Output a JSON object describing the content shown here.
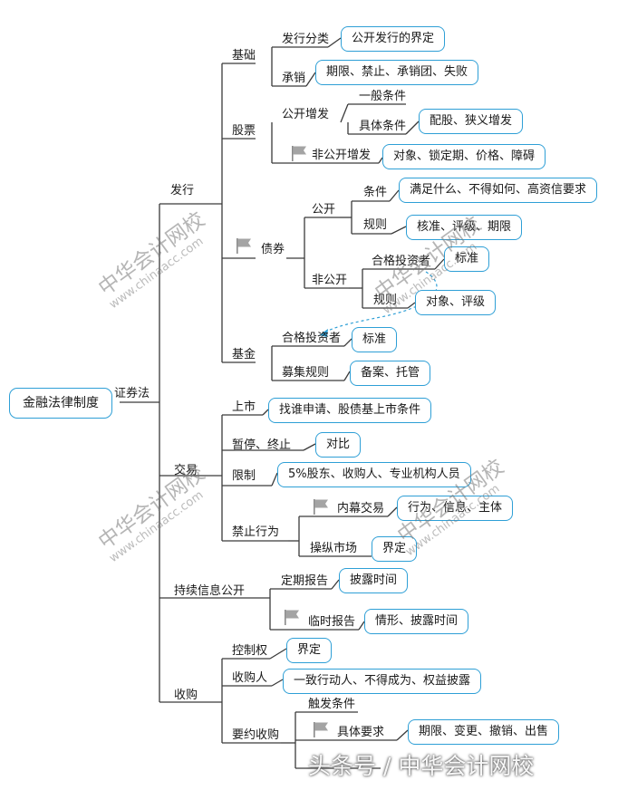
{
  "root": "金融法律制度",
  "branch": "证券法",
  "sections": {
    "issue": {
      "label": "发行",
      "basic": {
        "label": "基础",
        "type": "发行分类",
        "type_def": "公开发行的界定",
        "underwrite": "承销",
        "underwrite_items": "期限、禁止、承销团、失败"
      },
      "stock": {
        "label": "股票",
        "public_add": "公开增发",
        "general": "一般条件",
        "specific": "具体条件",
        "specific_items": "配股、狭义增发",
        "private_add": "非公开增发",
        "private_items": "对象、锁定期、价格、障碍"
      },
      "bond": {
        "label": "债券",
        "public": "公开",
        "conditions": "条件",
        "conditions_items": "满足什么、不得如何、高资信要求",
        "rules": "规则",
        "rules_items": "核准、评级、期限",
        "nonpublic": "非公开",
        "qualified": "合格投资者",
        "standard": "标准",
        "np_rules": "规则",
        "np_rules_items": "对象、评级"
      },
      "fund": {
        "label": "基金",
        "qualified": "合格投资者",
        "standard": "标准",
        "raise": "募集规则",
        "raise_items": "备案、托管"
      }
    },
    "trade": {
      "label": "交易",
      "listing": "上市",
      "listing_items": "找谁申请、股债基上市条件",
      "suspend": "暂停、终止",
      "suspend_items": "对比",
      "restrict": "限制",
      "restrict_items": "5%股东、收购人、专业机构人员",
      "prohibit": "禁止行为",
      "insider": "内幕交易",
      "insider_items": "行为、信息、主体",
      "manipulate": "操纵市场",
      "manipulate_items": "界定"
    },
    "disclosure": {
      "label": "持续信息公开",
      "periodic": "定期报告",
      "periodic_items": "披露时间",
      "interim": "临时报告",
      "interim_items": "情形、披露时间"
    },
    "acquisition": {
      "label": "收购",
      "control": "控制权",
      "control_items": "界定",
      "acquirer": "收购人",
      "acquirer_items": "一致行动人、不得成为、权益披露",
      "tender": "要约收购",
      "trigger": "触发条件",
      "specific": "具体要求",
      "specific_items": "期限、变更、撤销、出售"
    }
  },
  "watermarks": {
    "logo": "中华会计网校",
    "url": "www.chinaacc.com"
  },
  "footer": "头条号 / 中华会计网校",
  "colors": {
    "box_border": "#2e9fd6",
    "line": "#3a3a3a",
    "flag": "#9a9a9a"
  }
}
